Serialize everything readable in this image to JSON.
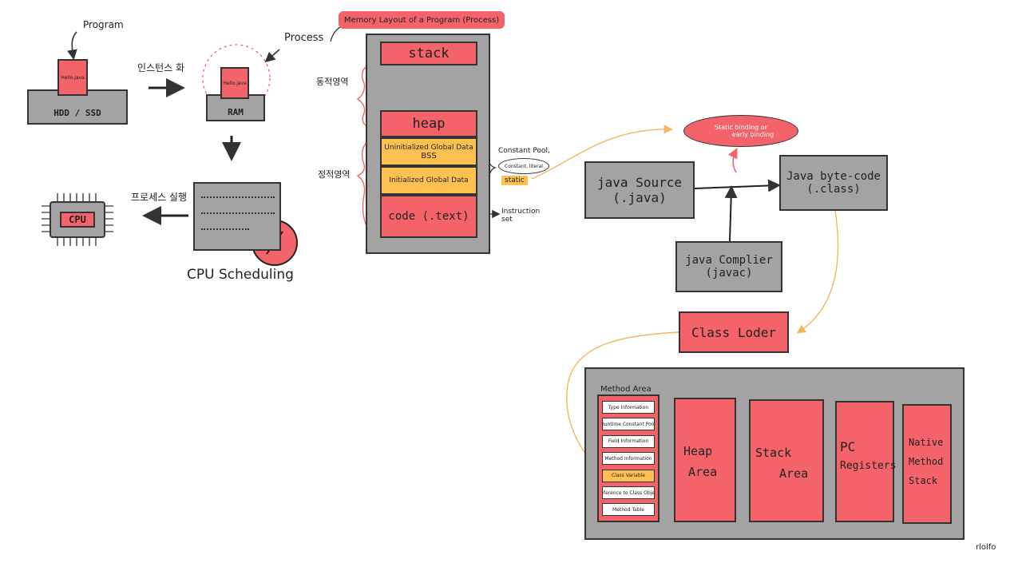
{
  "colors": {
    "red": "#f4626a",
    "gray": "#a3a3a3",
    "orange": "#ffc052",
    "line": "#333333",
    "curve": "#f2b75a"
  },
  "process_flow": {
    "program_label": "Program",
    "file_label": "Hello.java",
    "hdd_label": "HDD / SSD",
    "instantiate_label": "인스턴스 화",
    "process_label": "Process",
    "ram_file_label": "Hello.java",
    "ram_label": "RAM",
    "cpu_scheduling_label": "CPU Scheduling",
    "execute_label": "프로세스 실행",
    "cpu_label": "CPU"
  },
  "memory_layout": {
    "title": "Memory Layout of a Program (Process)",
    "stack": "stack",
    "heap": "heap",
    "bss_line1": "Uninitialized Global Data",
    "bss_line2": "BSS",
    "init_data": "Initialized Global Data",
    "code": "code (.text)",
    "dynamic_label": "동적영역",
    "static_label": "정적영역",
    "constant_pool": "Constant Pool,",
    "constant_literal": "Constant, literal",
    "static_tag": "static",
    "instruction_set": "Instruction set"
  },
  "jvm_flow": {
    "binding_line1": "Static binding or",
    "binding_line2": "early binding",
    "java_source_line1": "java Source",
    "java_source_line2": "(.java)",
    "byte_code_line1": "Java byte-code",
    "byte_code_line2": "(.class)",
    "compiler_line1": "java Complier",
    "compiler_line2": "(javac)",
    "class_loader": "Class Loder"
  },
  "runtime_areas": {
    "method_area_title": "Method Area",
    "method_items": [
      "Type Information",
      "Runtime Constant Pool",
      "Field Information",
      "Method Information",
      "Class Variable",
      "Reference to Class Object",
      "Method Table"
    ],
    "heap_line1": "Heap",
    "heap_line2": "Area",
    "stack_line1": "Stack",
    "stack_line2": "Area",
    "pc_line1": "PC",
    "pc_line2": "Registers",
    "native_line1": "Native",
    "native_line2": "Method",
    "native_line3": "Stack"
  },
  "signature": "rlolfo"
}
